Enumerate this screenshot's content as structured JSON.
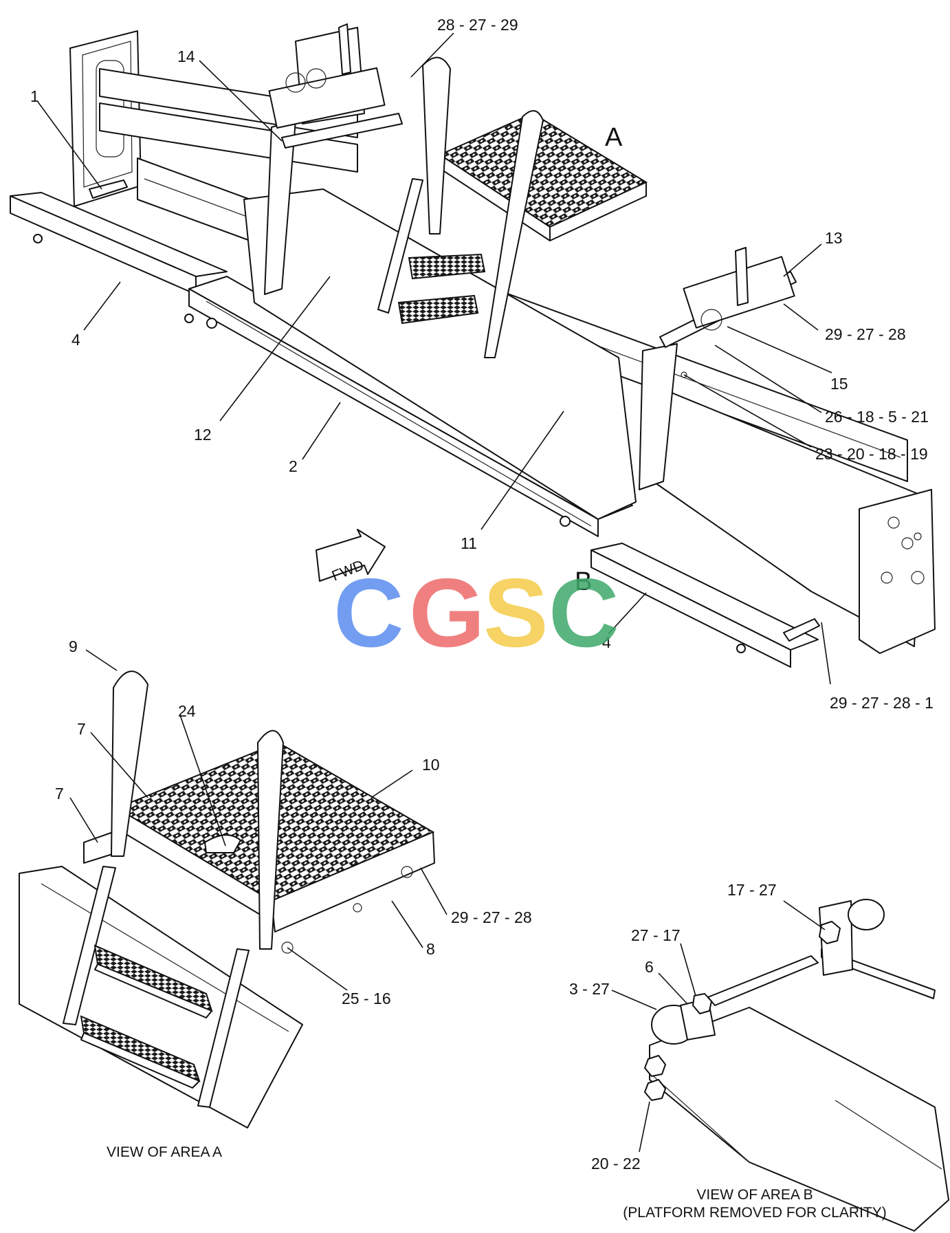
{
  "area_letters": {
    "a": "A",
    "b": "B"
  },
  "fwd_arrow": "FWD",
  "watermark": {
    "letters": [
      "C",
      "G",
      "S",
      "C"
    ],
    "colors": [
      "#5b8def",
      "#ee6b6b",
      "#f5cc4a",
      "#3ea96b"
    ]
  },
  "callouts": {
    "c_28_27_29": "28 - 27 - 29",
    "c_14": "14",
    "c_1": "1",
    "c_13": "13",
    "c_29_27_28_top": "29 - 27 - 28",
    "c_15": "15",
    "c_26_18_5_21": "26 - 18 - 5 - 21",
    "c_23_20_18_19": "23 - 20 - 18 - 19",
    "c_4_left": "4",
    "c_12": "12",
    "c_2": "2",
    "c_11": "11",
    "c_4_right": "4",
    "c_29_27_28_1": "29 - 27 - 28 - 1",
    "c_9": "9",
    "c_24": "24",
    "c_7_upper": "7",
    "c_7_lower": "7",
    "c_10": "10",
    "c_29_27_28_viewa": "29 - 27 - 28",
    "c_8": "8",
    "c_25_16": "25 - 16",
    "c_17_27": "17 - 27",
    "c_27_17": "27 - 17",
    "c_6": "6",
    "c_3_27": "3 - 27",
    "c_20_22": "20 - 22"
  },
  "captions": {
    "view_a": "VIEW OF AREA A",
    "view_b_line1": "VIEW OF AREA B",
    "view_b_line2": "(PLATFORM REMOVED FOR CLARITY)"
  }
}
